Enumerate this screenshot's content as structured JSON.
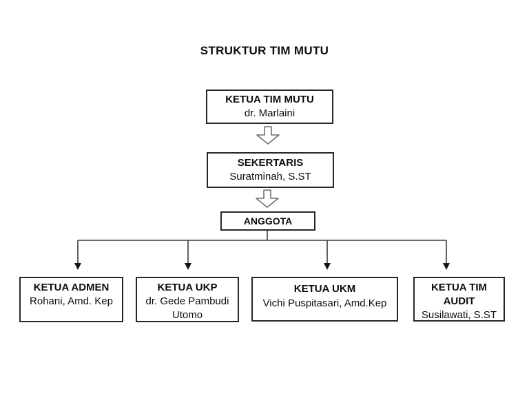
{
  "page": {
    "title": "STRUKTUR TIM MUTU"
  },
  "org": {
    "root": {
      "title": "KETUA TIM MUTU",
      "person": "dr. Marlaini"
    },
    "secretary": {
      "title": "SEKERTARIS",
      "person": "Suratminah, S.ST"
    },
    "members_label": "ANGGOTA",
    "members": [
      {
        "title": "KETUA ADMEN",
        "person": "Rohani, Amd. Kep"
      },
      {
        "title": "KETUA UKP",
        "person": "dr. Gede Pambudi Utomo"
      },
      {
        "title": "KETUA UKM",
        "person": "Vichi Puspitasari, Amd.Kep"
      },
      {
        "title": "KETUA TIM AUDIT",
        "person": "Susilawati, S.ST"
      }
    ]
  },
  "colors": {
    "background": "#ffffff",
    "text": "#0d0d0d",
    "box_border": "#262626",
    "connector_line": "#3a3a3a",
    "arrow_outline": "#6e6e6e"
  }
}
